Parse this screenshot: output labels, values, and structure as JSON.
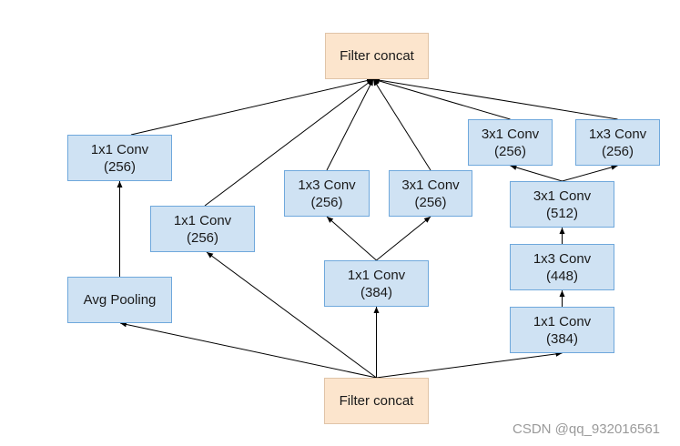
{
  "nodes": {
    "concat_top": {
      "line1": "Filter concat",
      "line2": ""
    },
    "concat_bot": {
      "line1": "Filter concat",
      "line2": ""
    },
    "conv1x1_a": {
      "line1": "1x1 Conv",
      "line2": "(256)"
    },
    "avgpool": {
      "line1": "Avg Pooling",
      "line2": ""
    },
    "conv1x1_b": {
      "line1": "1x1 Conv",
      "line2": "(256)"
    },
    "conv1x3_c": {
      "line1": "1x3 Conv",
      "line2": "(256)"
    },
    "conv3x1_c": {
      "line1": "3x1 Conv",
      "line2": "(256)"
    },
    "conv1x1_c": {
      "line1": "1x1 Conv",
      "line2": "(384)"
    },
    "conv3x1_d_out": {
      "line1": "3x1 Conv",
      "line2": "(256)"
    },
    "conv1x3_d_out": {
      "line1": "1x3 Conv",
      "line2": "(256)"
    },
    "conv3x1_d": {
      "line1": "3x1 Conv",
      "line2": "(512)"
    },
    "conv1x3_d": {
      "line1": "1x3 Conv",
      "line2": "(448)"
    },
    "conv1x1_d": {
      "line1": "1x1 Conv",
      "line2": "(384)"
    }
  },
  "edges": [
    [
      "concat_bot",
      "avgpool"
    ],
    [
      "concat_bot",
      "conv1x1_b"
    ],
    [
      "concat_bot",
      "conv1x1_c"
    ],
    [
      "concat_bot",
      "conv1x1_d"
    ],
    [
      "avgpool",
      "conv1x1_a"
    ],
    [
      "conv1x1_c",
      "conv1x3_c"
    ],
    [
      "conv1x1_c",
      "conv3x1_c"
    ],
    [
      "conv1x1_d",
      "conv1x3_d"
    ],
    [
      "conv1x3_d",
      "conv3x1_d"
    ],
    [
      "conv3x1_d",
      "conv3x1_d_out"
    ],
    [
      "conv3x1_d",
      "conv1x3_d_out"
    ],
    [
      "conv1x1_a",
      "concat_top"
    ],
    [
      "conv1x1_b",
      "concat_top"
    ],
    [
      "conv1x3_c",
      "concat_top"
    ],
    [
      "conv3x1_c",
      "concat_top"
    ],
    [
      "conv3x1_d_out",
      "concat_top"
    ],
    [
      "conv1x3_d_out",
      "concat_top"
    ]
  ],
  "watermark": "CSDN @qq_932016561",
  "colors": {
    "conv_fill": "#cfe2f3",
    "conv_border": "#6fa8dc",
    "concat_fill": "#fce5cd",
    "edge": "#000000"
  }
}
